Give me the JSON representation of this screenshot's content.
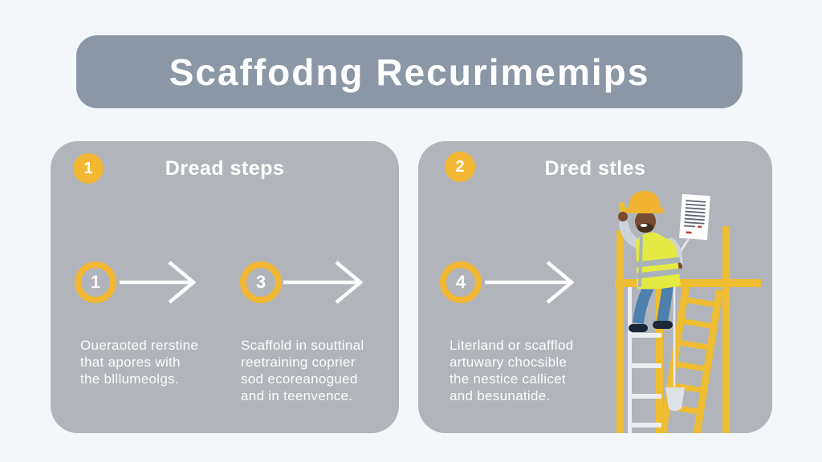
{
  "header": {
    "title": "Scaffodng Recurimemips"
  },
  "colors": {
    "background": "#f4f7f9",
    "banner": "#8b97a5",
    "panel": "#b1b5bb",
    "accent_yellow": "#f2b733",
    "text": "#ffffff",
    "vest_yellow": "#e3ea41",
    "jeans_blue": "#4d80ac"
  },
  "left_panel": {
    "badge": "1",
    "title": "Dread steps",
    "steps": [
      {
        "number": "1",
        "text": "Oueraoted rerstine\nthat apores with\nthe blllumeolgs."
      },
      {
        "number": "3",
        "text": "Scaffold in souttinal\nreetraining coprier\nsod ecoreanogued\nand in teenvence."
      }
    ]
  },
  "right_panel": {
    "badge": "2",
    "title": "Dred stles",
    "steps": [
      {
        "number": "4",
        "text": "Literland or scafflod\nartuwary chocsible\nthe nestice callicet\nand besunatide."
      }
    ],
    "illustration": "construction worker in hard hat and hi-vis vest on white step ladder beside yellow scaffold frame, leaning yellow ladder, hanging checklist document and shovel"
  }
}
